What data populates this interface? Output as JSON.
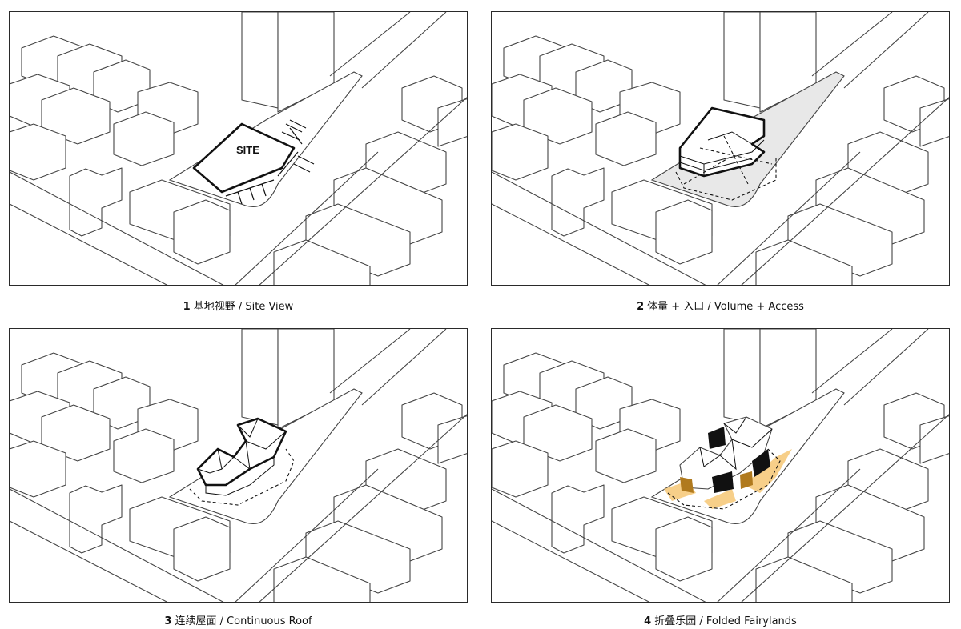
{
  "panels": [
    {
      "id": "p1",
      "number": "1",
      "caption": "基地视野 / Site View",
      "site_label": "SITE"
    },
    {
      "id": "p2",
      "number": "2",
      "caption": "体量 + 入口 / Volume + Access"
    },
    {
      "id": "p3",
      "number": "3",
      "caption": "连续屋面 / Continuous Roof"
    },
    {
      "id": "p4",
      "number": "4",
      "caption": "折叠乐园 / Folded Fairylands"
    }
  ],
  "colors": {
    "line": "#444444",
    "highlight_plot": "#e8e8e8",
    "fairyland_accent": "#f5c36b",
    "fairyland_dark": "#b07a1e"
  }
}
